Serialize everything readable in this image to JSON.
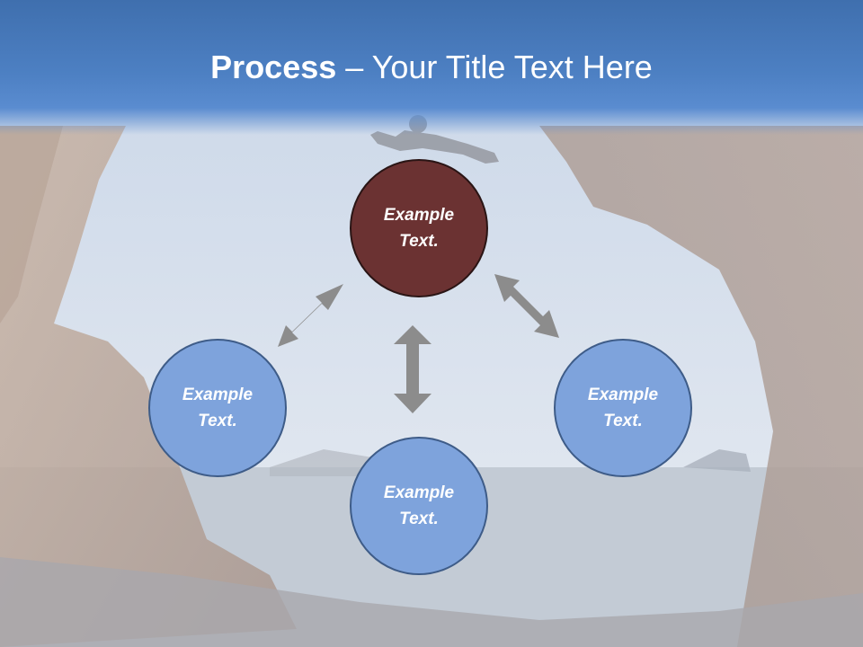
{
  "title": {
    "bold_part": "Process",
    "rest_part": " – Your Title Text Here"
  },
  "nodes": {
    "top": "Example Text.",
    "left": "Example Text.",
    "right": "Example Text.",
    "bottom": "Example Text."
  },
  "colors": {
    "header": "#4d80c3",
    "node_blue": "#7ea3dc",
    "node_dark": "#6b3232",
    "arrow": "#8c8c8c"
  }
}
